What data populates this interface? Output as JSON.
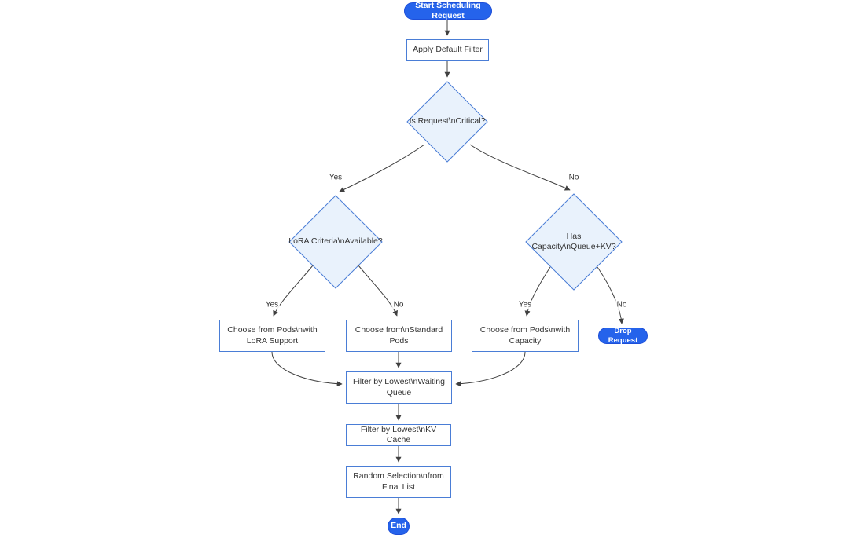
{
  "diagram": {
    "type": "flowchart",
    "direction": "top-down",
    "colors": {
      "bg": "#ffffff",
      "pill-fill": "#2563eb",
      "pill-border": "#1d4ed8",
      "pill-text": "#ffffff",
      "rect-fill": "#ffffff",
      "node-border": "#4a7dd6",
      "node-text": "#333333",
      "diamond-fill": "#e9f2fc",
      "edge-color": "#404040"
    },
    "nodes": {
      "start": {
        "label": "Start Scheduling Request",
        "shape": "stadium"
      },
      "apply_filter": {
        "label": "Apply Default Filter",
        "shape": "rect"
      },
      "is_critical": {
        "label": "Is Request\\nCritical?",
        "shape": "diamond"
      },
      "lora_criteria": {
        "label": "LoRA Criteria\\nAvailable?",
        "shape": "diamond"
      },
      "has_capacity": {
        "label": "Has Capacity\\nQueue+KV?",
        "shape": "diamond"
      },
      "choose_lora": {
        "label": "Choose from Pods\\nwith LoRA Support",
        "shape": "rect"
      },
      "choose_standard": {
        "label": "Choose from\\nStandard Pods",
        "shape": "rect"
      },
      "choose_capacity": {
        "label": "Choose from Pods\\nwith Capacity",
        "shape": "rect"
      },
      "drop_request": {
        "label": "Drop Request",
        "shape": "stadium"
      },
      "filter_waiting": {
        "label": "Filter by Lowest\\nWaiting Queue",
        "shape": "rect"
      },
      "filter_kv": {
        "label": "Filter by Lowest\\nKV Cache",
        "shape": "rect"
      },
      "random_selection": {
        "label": "Random Selection\\nfrom Final List",
        "shape": "rect"
      },
      "end": {
        "label": "End",
        "shape": "stadium"
      }
    },
    "edges": [
      {
        "from": "start",
        "to": "apply_filter",
        "label": ""
      },
      {
        "from": "apply_filter",
        "to": "is_critical",
        "label": ""
      },
      {
        "from": "is_critical",
        "to": "lora_criteria",
        "label": "Yes"
      },
      {
        "from": "is_critical",
        "to": "has_capacity",
        "label": "No"
      },
      {
        "from": "lora_criteria",
        "to": "choose_lora",
        "label": "Yes"
      },
      {
        "from": "lora_criteria",
        "to": "choose_standard",
        "label": "No"
      },
      {
        "from": "has_capacity",
        "to": "choose_capacity",
        "label": "Yes"
      },
      {
        "from": "has_capacity",
        "to": "drop_request",
        "label": "No"
      },
      {
        "from": "choose_lora",
        "to": "filter_waiting",
        "label": ""
      },
      {
        "from": "choose_standard",
        "to": "filter_waiting",
        "label": ""
      },
      {
        "from": "choose_capacity",
        "to": "filter_waiting",
        "label": ""
      },
      {
        "from": "filter_waiting",
        "to": "filter_kv",
        "label": ""
      },
      {
        "from": "filter_kv",
        "to": "random_selection",
        "label": ""
      },
      {
        "from": "random_selection",
        "to": "end",
        "label": ""
      }
    ]
  }
}
